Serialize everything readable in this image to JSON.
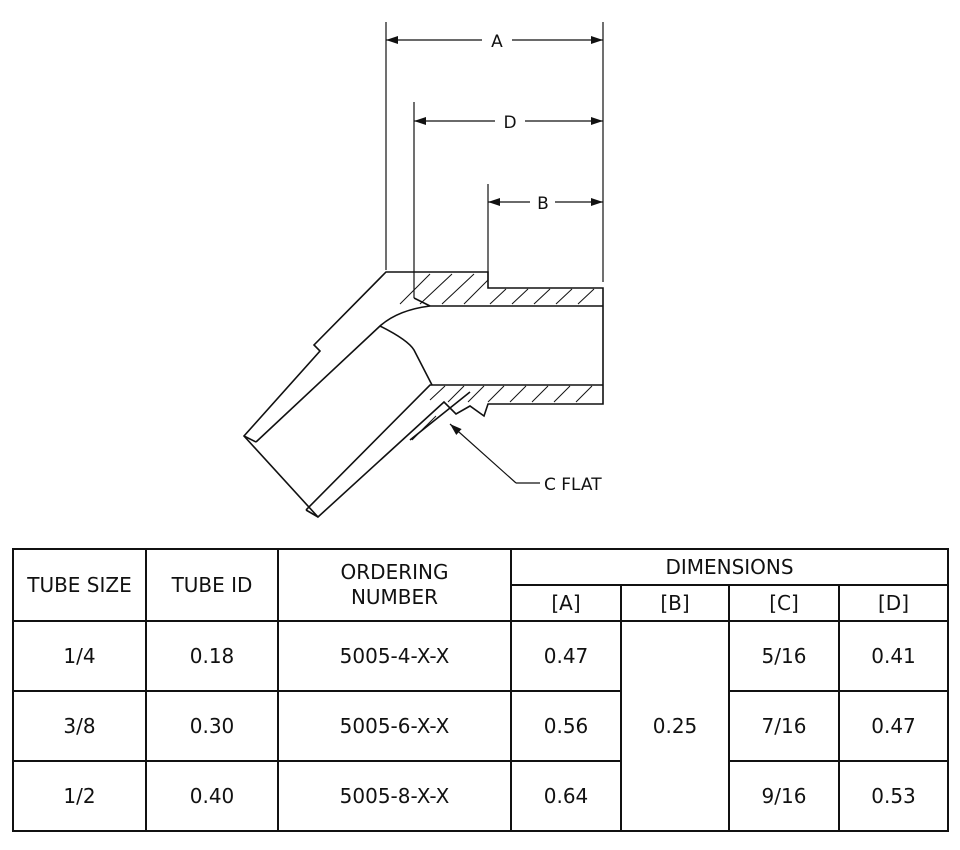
{
  "drawing": {
    "dimension_labels": {
      "a": "A",
      "d": "D",
      "b": "B",
      "c_flat": "C FLAT"
    }
  },
  "table": {
    "headers": {
      "tube_size": "TUBE SIZE",
      "tube_id": "TUBE ID",
      "ordering_line1": "ORDERING",
      "ordering_line2": "NUMBER",
      "dimensions": "DIMENSIONS",
      "dim_a": "[A]",
      "dim_b": "[B]",
      "dim_c": "[C]",
      "dim_d": "[D]"
    },
    "rows": [
      {
        "tube_size": "1/4",
        "tube_id": "0.18",
        "ordering_number": "5005-4-X-X",
        "a": "0.47",
        "c": "5/16",
        "d": "0.41"
      },
      {
        "tube_size": "3/8",
        "tube_id": "0.30",
        "ordering_number": "5005-6-X-X",
        "a": "0.56",
        "c": "7/16",
        "d": "0.47"
      },
      {
        "tube_size": "1/2",
        "tube_id": "0.40",
        "ordering_number": "5005-8-X-X",
        "a": "0.64",
        "c": "9/16",
        "d": "0.53"
      }
    ],
    "b_value": "0.25"
  }
}
